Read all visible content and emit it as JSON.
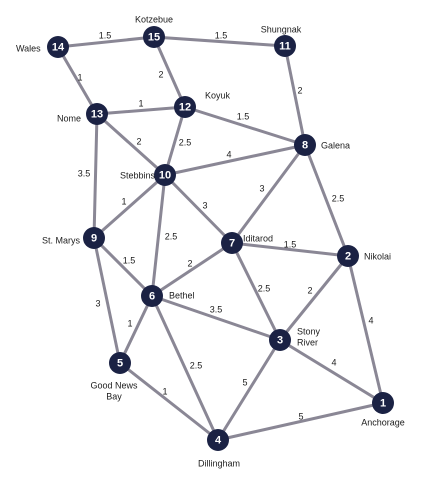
{
  "graph": {
    "nodes": [
      {
        "id": "14",
        "city": [
          "Wales"
        ]
      },
      {
        "id": "15",
        "city": [
          "Kotzebue"
        ]
      },
      {
        "id": "11",
        "city": [
          "Shungnak"
        ]
      },
      {
        "id": "13",
        "city": [
          "Nome"
        ]
      },
      {
        "id": "12",
        "city": [
          "Koyuk"
        ]
      },
      {
        "id": "8",
        "city": [
          "Galena"
        ]
      },
      {
        "id": "10",
        "city": [
          "Stebbins"
        ]
      },
      {
        "id": "9",
        "city": [
          "St. Marys"
        ]
      },
      {
        "id": "7",
        "city": [
          "Iditarod"
        ]
      },
      {
        "id": "2",
        "city": [
          "Nikolai"
        ]
      },
      {
        "id": "6",
        "city": [
          "Bethel"
        ]
      },
      {
        "id": "3",
        "city": [
          "Stony",
          "River"
        ]
      },
      {
        "id": "5",
        "city": [
          "Good News",
          "Bay"
        ]
      },
      {
        "id": "1",
        "city": [
          "Anchorage"
        ]
      },
      {
        "id": "4",
        "city": [
          "Dillingham"
        ]
      }
    ],
    "edges": [
      {
        "from": "14",
        "to": "15",
        "weight": "1.5"
      },
      {
        "from": "15",
        "to": "11",
        "weight": "1.5"
      },
      {
        "from": "14",
        "to": "13",
        "weight": "1"
      },
      {
        "from": "15",
        "to": "12",
        "weight": "2"
      },
      {
        "from": "11",
        "to": "8",
        "weight": "2"
      },
      {
        "from": "13",
        "to": "12",
        "weight": "1"
      },
      {
        "from": "13",
        "to": "10",
        "weight": "2"
      },
      {
        "from": "13",
        "to": "9",
        "weight": "3.5"
      },
      {
        "from": "12",
        "to": "10",
        "weight": "2.5"
      },
      {
        "from": "12",
        "to": "8",
        "weight": "1.5"
      },
      {
        "from": "10",
        "to": "8",
        "weight": "4"
      },
      {
        "from": "10",
        "to": "9",
        "weight": "1"
      },
      {
        "from": "10",
        "to": "7",
        "weight": "3"
      },
      {
        "from": "10",
        "to": "6",
        "weight": "2.5"
      },
      {
        "from": "8",
        "to": "7",
        "weight": "3"
      },
      {
        "from": "8",
        "to": "2",
        "weight": "2.5"
      },
      {
        "from": "9",
        "to": "6",
        "weight": "1.5"
      },
      {
        "from": "9",
        "to": "5",
        "weight": "3"
      },
      {
        "from": "7",
        "to": "2",
        "weight": "1.5"
      },
      {
        "from": "7",
        "to": "6",
        "weight": "2"
      },
      {
        "from": "7",
        "to": "3",
        "weight": "2.5"
      },
      {
        "from": "2",
        "to": "3",
        "weight": "2"
      },
      {
        "from": "2",
        "to": "1",
        "weight": "4"
      },
      {
        "from": "6",
        "to": "3",
        "weight": "3.5"
      },
      {
        "from": "6",
        "to": "5",
        "weight": "1"
      },
      {
        "from": "6",
        "to": "4",
        "weight": "2.5"
      },
      {
        "from": "3",
        "to": "1",
        "weight": "4"
      },
      {
        "from": "3",
        "to": "4",
        "weight": "5"
      },
      {
        "from": "5",
        "to": "4",
        "weight": "1"
      },
      {
        "from": "1",
        "to": "4",
        "weight": "5"
      }
    ]
  }
}
